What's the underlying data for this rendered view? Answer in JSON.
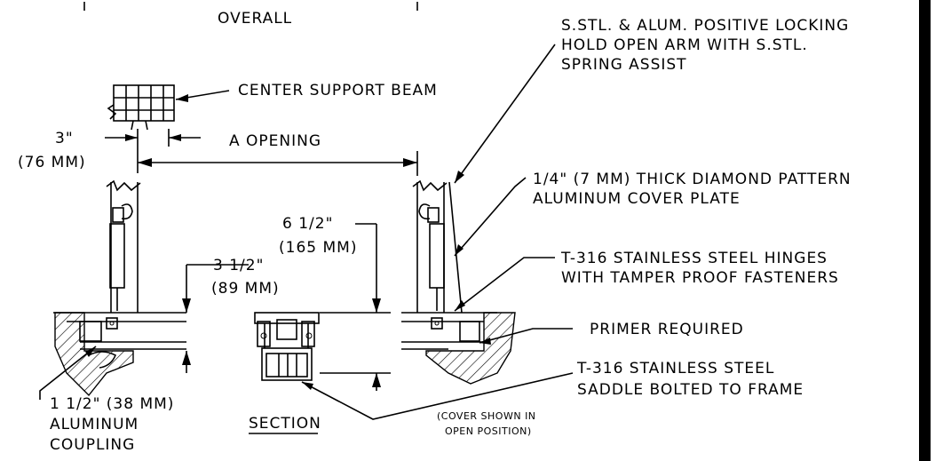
{
  "labels": {
    "overall": "OVERALL",
    "center_support_beam": "CENTER SUPPORT BEAM",
    "a_opening": "A OPENING",
    "dim_3in": "3\"",
    "dim_76mm": "(76 MM)",
    "hold_open_arm_1": "S.STL. & ALUM. POSITIVE LOCKING",
    "hold_open_arm_2": "HOLD OPEN ARM WITH S.STL.",
    "hold_open_arm_3": "SPRING ASSIST",
    "cover_plate_1": "1/4\" (7 MM) THICK DIAMOND PATTERN",
    "cover_plate_2": "ALUMINUM COVER PLATE",
    "dim_6_5in": "6 1/2\"",
    "dim_165mm": "(165 MM)",
    "dim_3_5in": "3 1/2\"",
    "dim_89mm": "(89 MM)",
    "hinges_1": "T-316 STAINLESS STEEL HINGES",
    "hinges_2": "WITH TAMPER PROOF FASTENERS",
    "primer": "PRIMER REQUIRED",
    "saddle_1": "T-316 STAINLESS STEEL",
    "saddle_2": "SADDLE BOLTED TO FRAME",
    "coupling_1": "1 1/2\" (38 MM)",
    "coupling_2": "ALUMINUM",
    "coupling_3": "COUPLING",
    "section": "SECTION",
    "cover_open_1": "(COVER SHOWN IN",
    "cover_open_2": "OPEN POSITION)"
  }
}
